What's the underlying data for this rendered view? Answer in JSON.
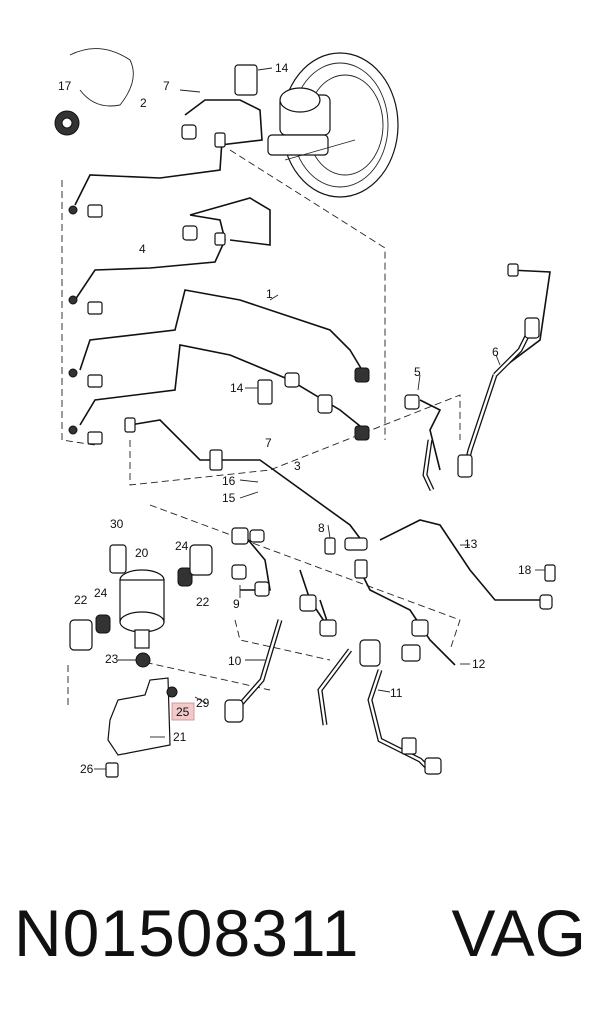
{
  "footer": {
    "part_number": "N01508311",
    "brand": "VAG"
  },
  "callouts": [
    "1",
    "2",
    "3",
    "4",
    "5",
    "6",
    "7",
    "7",
    "8",
    "9",
    "10",
    "11",
    "12",
    "13",
    "14",
    "14",
    "15",
    "16",
    "17",
    "18",
    "20",
    "21",
    "22",
    "22",
    "23",
    "24",
    "24",
    "25",
    "26",
    "29",
    "30"
  ],
  "highlight_color": "#f3c9c9"
}
